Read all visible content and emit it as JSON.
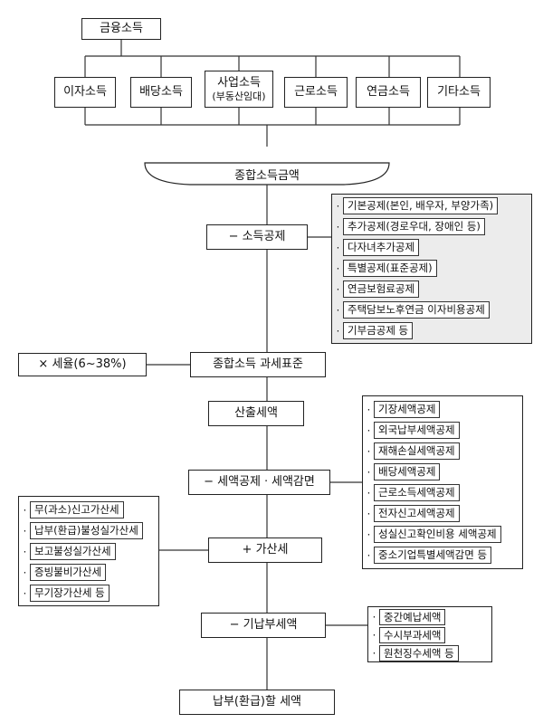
{
  "top": {
    "label": "금융소득"
  },
  "income_types": [
    {
      "label": "이자소득"
    },
    {
      "label": "배당소득"
    },
    {
      "label": "사업소득",
      "sub": "(부동산임대)"
    },
    {
      "label": "근로소득"
    },
    {
      "label": "연금소득"
    },
    {
      "label": "기타소득"
    }
  ],
  "sum_label": "종합소득금액",
  "deduction": {
    "label": "−  소득공제",
    "items": [
      "기본공제(본인, 배우자, 부양가족)",
      "추가공제(경로우대, 장애인 등)",
      "다자녀추가공제",
      "특별공제(표준공제)",
      "연금보험료공제",
      "주택담보노후연금 이자비용공제",
      "기부금공제 등"
    ]
  },
  "tax_base": {
    "label": "종합소득 과세표준"
  },
  "tax_rate": {
    "label": "×  세율(6~38%)"
  },
  "calc_tax": {
    "label": "산출세액"
  },
  "credit": {
    "label": "−  세액공제ㆍ세액감면",
    "items": [
      "기장세액공제",
      "외국납부세액공제",
      "재해손실세액공제",
      "배당세액공제",
      "근로소득세액공제",
      "전자신고세액공제",
      "성실신고확인비용 세액공제",
      "중소기업특별세액감면 등"
    ]
  },
  "surcharge": {
    "label": "+  가산세",
    "items": [
      "무(과소)신고가산세",
      "납부(환급)불성실가산세",
      "보고불성실가산세",
      "증빙불비가산세",
      "무기장가산세 등"
    ]
  },
  "prepaid": {
    "label": "−  기납부세액",
    "items": [
      "중간예납세액",
      "수시부과세액",
      "원천징수세액 등"
    ]
  },
  "final": {
    "label": "납부(환급)할 세액"
  }
}
